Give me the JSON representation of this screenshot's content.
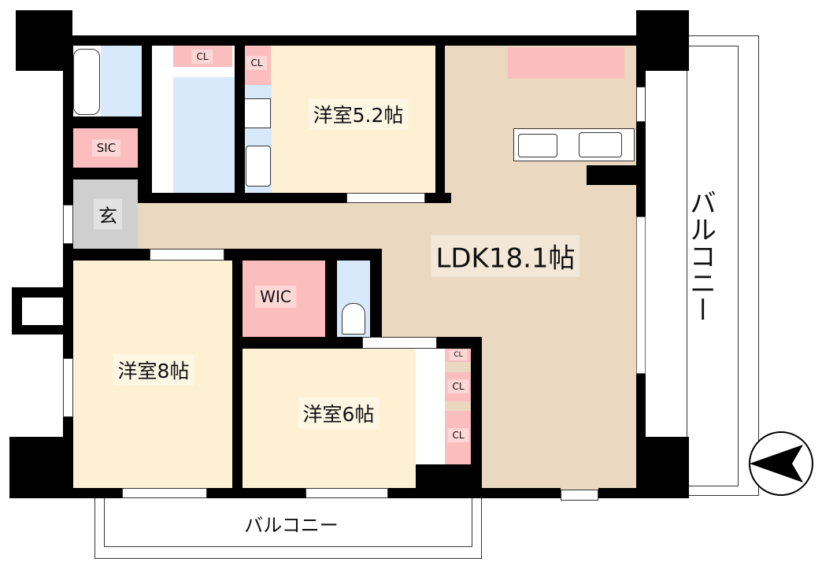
{
  "rooms": {
    "western_5_2": "洋室5.2帖",
    "ldk": "LDK18.1帖",
    "western_8": "洋室8帖",
    "western_6": "洋室6帖",
    "wic": "WIC",
    "sic": "SIC",
    "entrance": "玄",
    "closets": [
      "CL",
      "CL",
      "CL",
      "CL",
      "CL"
    ],
    "balcony_right": "バルコニー",
    "balcony_bottom": "バルコニー"
  },
  "colors": {
    "western": "#fdf0d3",
    "ldk": "#ead9c0",
    "wet": "#d7e9fb",
    "storage": "#fbbdbd",
    "entrance": "#cfcfcf"
  },
  "compass": "north-arrow-icon"
}
